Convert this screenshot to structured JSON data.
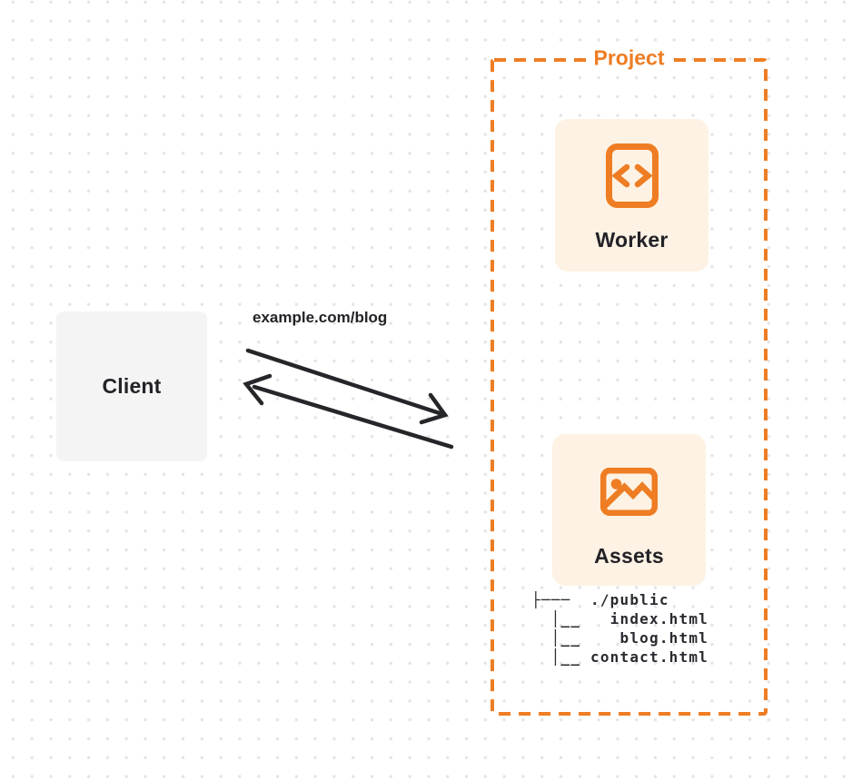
{
  "colors": {
    "accent": "#EE7D23",
    "card-bg": "#FDF2E3",
    "client-bg": "#F4F4F5",
    "ink": "#232227",
    "arrow": "#26262A",
    "dot": "#E4E4E6",
    "tree-ink": "#2B2A30"
  },
  "client": {
    "label": "Client"
  },
  "request": {
    "url": "example.com/blog"
  },
  "project": {
    "label": "Project",
    "worker": {
      "label": "Worker",
      "icon": "code-file-icon"
    },
    "assets": {
      "label": "Assets",
      "icon": "image-icon",
      "tree_text": "├───  ./public\n  │__   index.html\n  │__    blog.html\n  │__ contact.html",
      "tree": {
        "root": "./public",
        "files": [
          "index.html",
          "blog.html",
          "contact.html"
        ]
      }
    }
  }
}
